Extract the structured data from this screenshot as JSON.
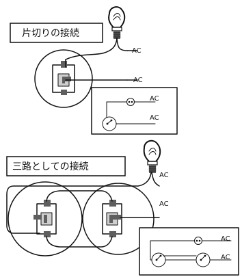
{
  "diagram": {
    "top_title": "片切りの接続",
    "bottom_title": "三路としての接続",
    "ac_label": "AC"
  }
}
